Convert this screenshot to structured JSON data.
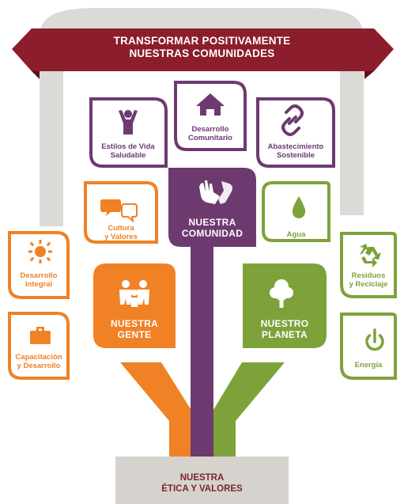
{
  "colors": {
    "banner": "#8b1d2c",
    "purple": "#6d3a6f",
    "orange": "#f08125",
    "green": "#7ea23a",
    "arch": "#dcdad6",
    "base": "#d6d3ce"
  },
  "banner": {
    "line1": "TRANSFORMAR POSITIVAMENTE",
    "line2": "NUESTRAS COMUNIDADES"
  },
  "base": {
    "line1": "NUESTRA",
    "line2": "ÉTICA Y VALORES"
  },
  "hubs": {
    "comunidad": {
      "line1": "NUESTRA",
      "line2": "COMUNIDAD",
      "icon": "hands-icon"
    },
    "gente": {
      "line1": "NUESTRA",
      "line2": "GENTE",
      "icon": "family-icon"
    },
    "planeta": {
      "line1": "NUESTRO",
      "line2": "PLANETA",
      "icon": "tree-icon"
    }
  },
  "pillars": {
    "estilos": {
      "line1": "Estilos de Vida",
      "line2": "Saludable",
      "icon": "person-arms-up-icon"
    },
    "desarrollo_comunitario": {
      "line1": "Desarrollo",
      "line2": "Comunitario",
      "icon": "house-icon"
    },
    "abastecimiento": {
      "line1": "Abastecimiento",
      "line2": "Sostenible",
      "icon": "chain-link-icon"
    },
    "cultura": {
      "line1": "Cultura",
      "line2": "y Valores",
      "icon": "speech-bubbles-icon"
    },
    "agua": {
      "line1": "Agua",
      "icon": "water-drop-icon"
    },
    "desarrollo_integral": {
      "line1": "Desarrollo",
      "line2": "Integral",
      "icon": "sun-icon"
    },
    "capacitacion": {
      "line1": "Capacitación",
      "line2": "y Desarrollo",
      "icon": "briefcase-icon"
    },
    "residuos": {
      "line1": "Residuos",
      "line2": "y Reciclaje",
      "icon": "recycle-icon"
    },
    "energia": {
      "line1": "Energía",
      "icon": "power-icon"
    }
  }
}
